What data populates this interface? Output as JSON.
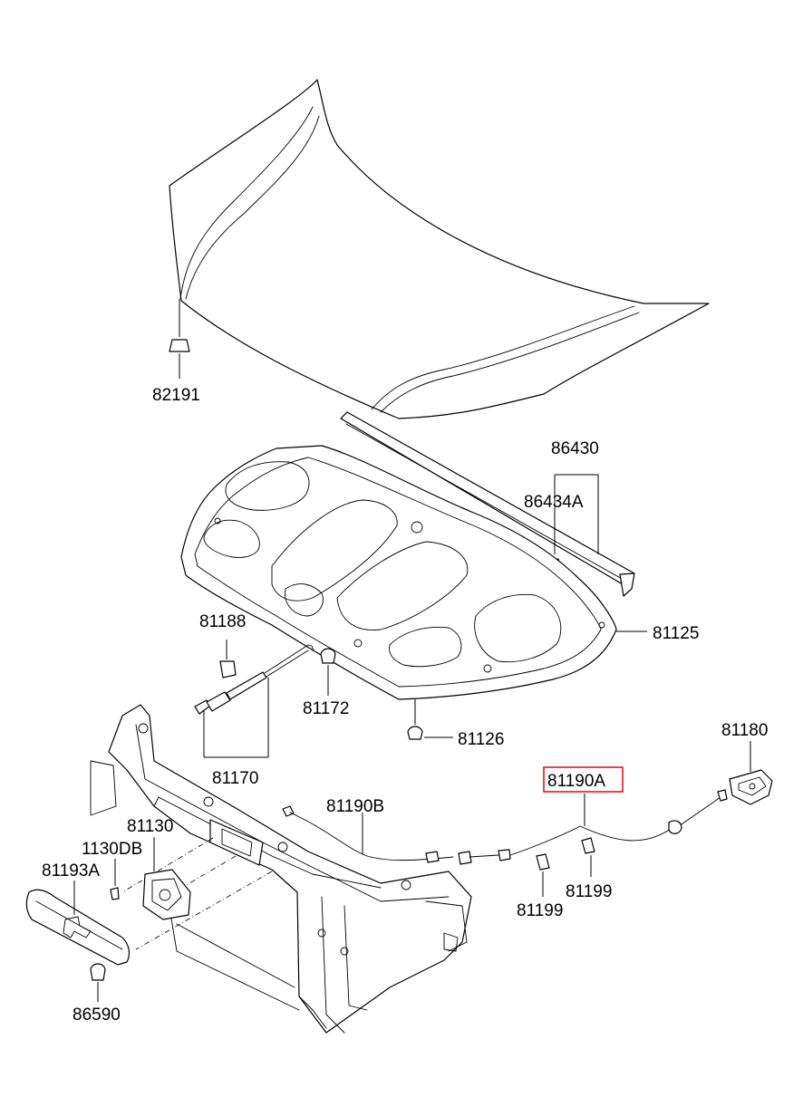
{
  "part_labels": {
    "p82191": "82191",
    "p86430": "86430",
    "p86434A": "86434A",
    "p81125": "81125",
    "p81188": "81188",
    "p81172": "81172",
    "p81126": "81126",
    "p81170": "81170",
    "p81180": "81180",
    "p81190A": "81190A",
    "p81190B": "81190B",
    "p81130": "81130",
    "p1130DB": "1130DB",
    "p81193A": "81193A",
    "p81199a": "81199",
    "p81199b": "81199",
    "p86590": "86590"
  },
  "highlighted_part": "81190A",
  "colors": {
    "line": "#000000",
    "highlight": "#e0151b",
    "background": "#ffffff"
  }
}
